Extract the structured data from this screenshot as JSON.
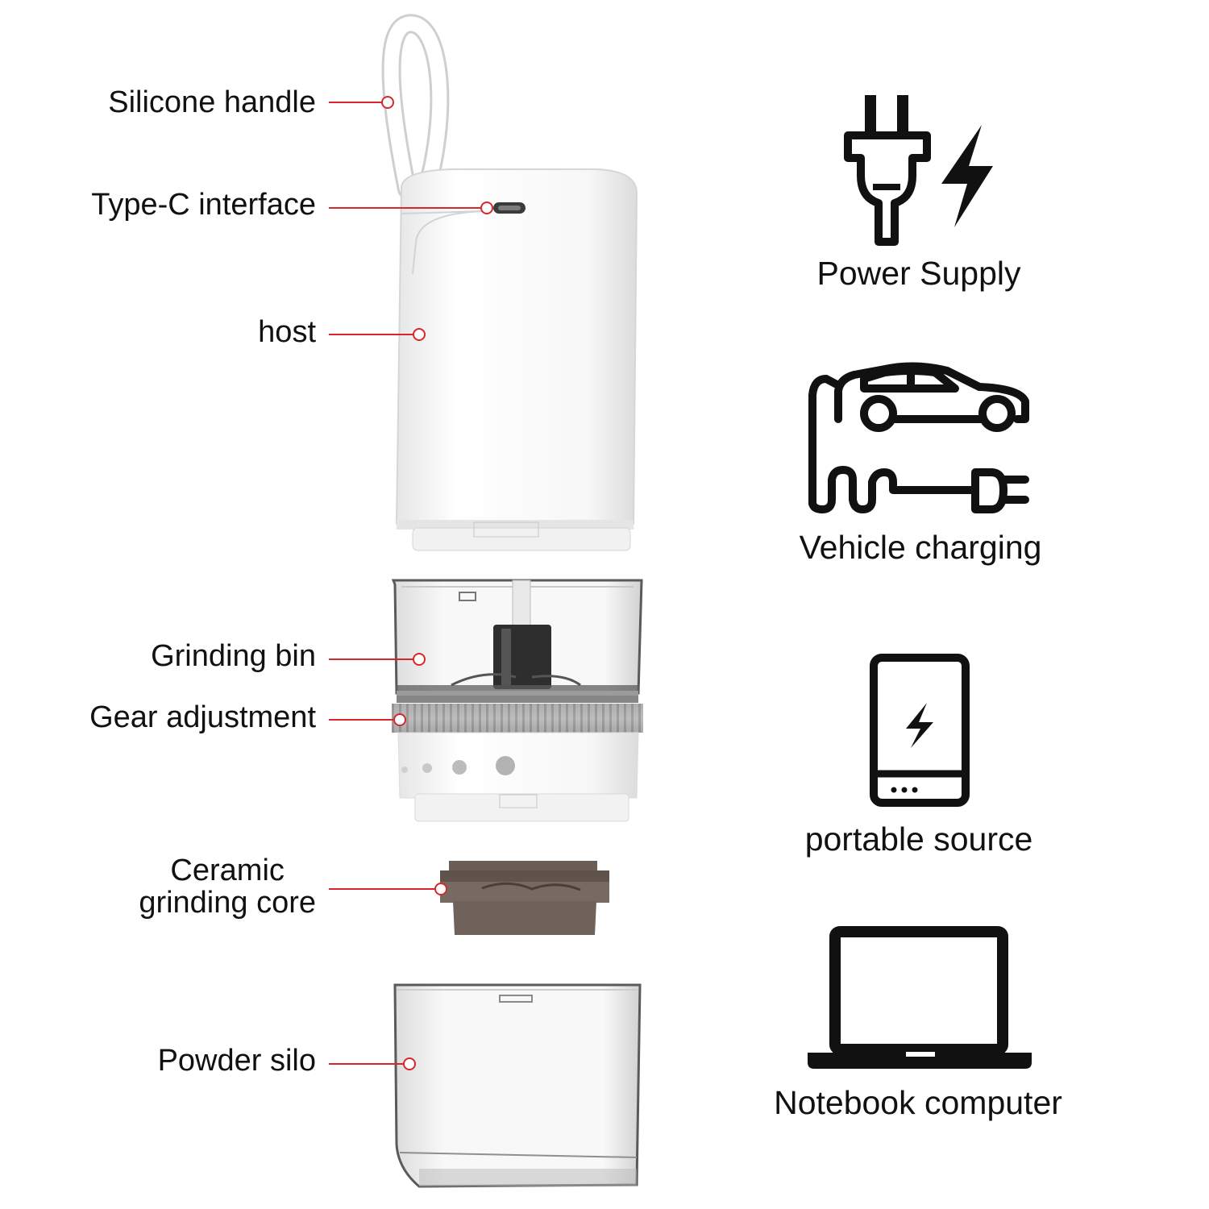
{
  "diagram": {
    "parts": [
      {
        "label": "Silicone handle"
      },
      {
        "label": "Type-C interface"
      },
      {
        "label": "host"
      },
      {
        "label": "Grinding bin"
      },
      {
        "label": "Gear adjustment"
      },
      {
        "label_line1": "Ceramic",
        "label_line2": "grinding core"
      },
      {
        "label": "Powder silo"
      }
    ],
    "leader_color": "#d9262b"
  },
  "power_options": [
    {
      "caption": "Power Supply",
      "icon": "plug-lightning-icon"
    },
    {
      "caption": "Vehicle charging",
      "icon": "car-charging-icon"
    },
    {
      "caption": "portable source",
      "icon": "power-bank-icon"
    },
    {
      "caption": "Notebook computer",
      "icon": "laptop-icon"
    }
  ]
}
